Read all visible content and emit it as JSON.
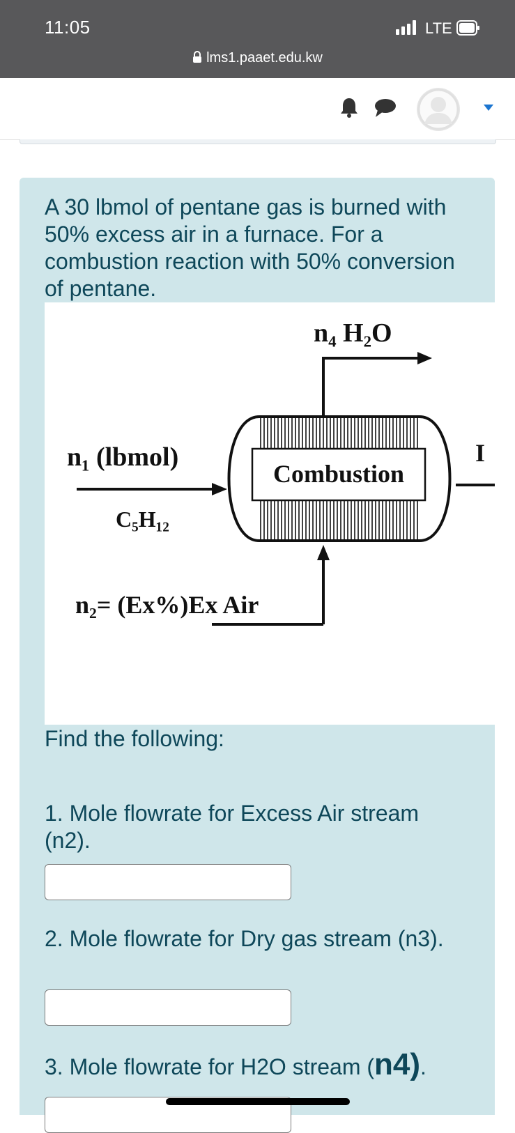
{
  "status_bar": {
    "time": "11:05",
    "network": "LTE",
    "url": "lms1.paaet.edu.kw"
  },
  "navbar": {
    "icons": [
      "bell-icon",
      "chat-bubble-icon",
      "user-avatar",
      "caret-down-icon"
    ]
  },
  "question": {
    "intro": "A 30 lbmol of pentane gas is burned with 50% excess air in a furnace. For a combustion reaction with 50% conversion of pentane.",
    "diagram": {
      "top_stream": "n₄ H₂O",
      "feed_stream": "n₁ (lbmol)",
      "feed_species": "C₅H₁₂",
      "unit_label": "Combustion",
      "air_stream": "n₂= (Ex%)Ex Air",
      "right_stream_partial": "I"
    },
    "find_label": "Find the following:",
    "items": [
      {
        "label": "1. Mole flowrate for Excess Air stream (n2).",
        "answer": ""
      },
      {
        "label": "2. Mole flowrate for Dry gas stream (n3).",
        "answer": ""
      },
      {
        "label_prefix": "3. Mole flowrate for H2O stream (",
        "label_emph": "n4)",
        "label_suffix": ".",
        "answer": ""
      }
    ]
  },
  "colors": {
    "status_bar_bg": "#58585a",
    "card_bg": "#cfe6ea",
    "text": "#0e4759",
    "accent": "#1b75d0"
  }
}
